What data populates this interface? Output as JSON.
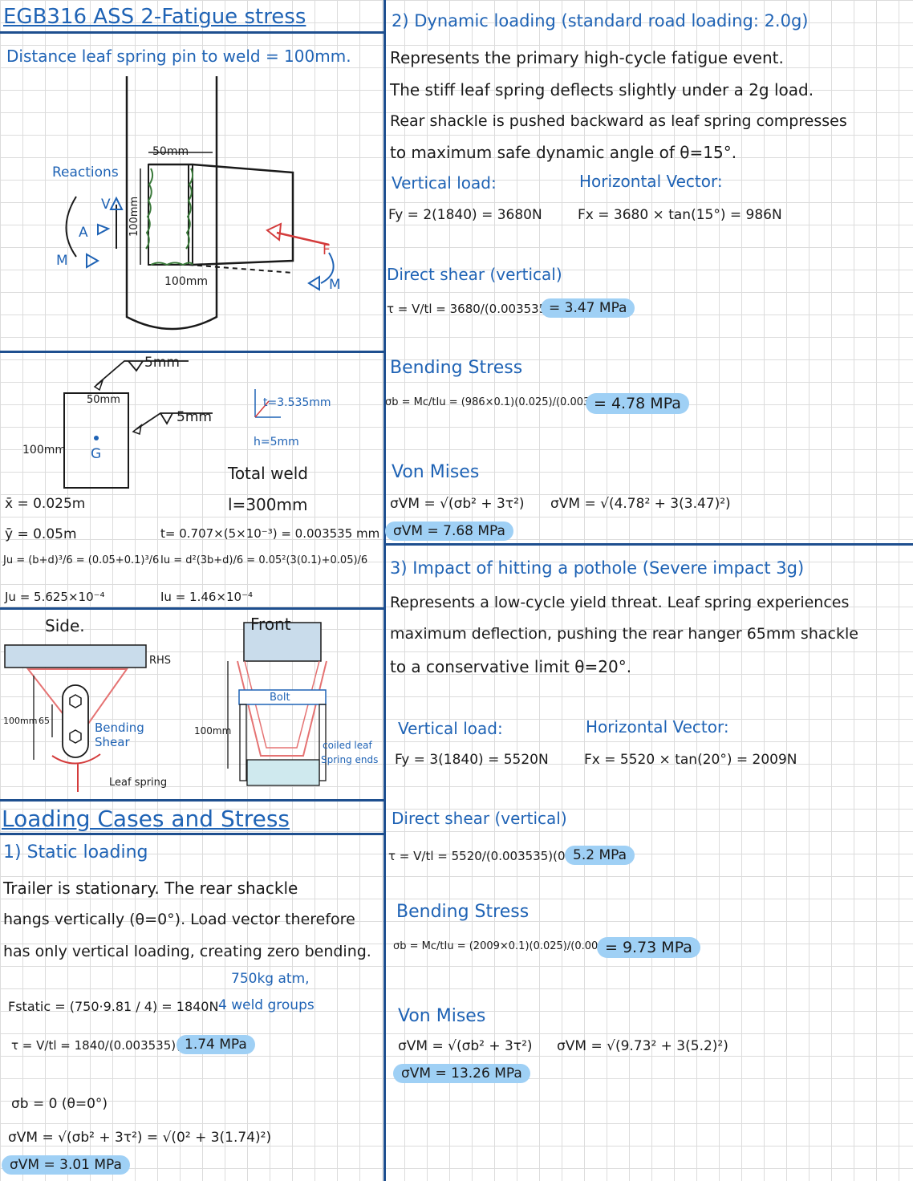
{
  "title": "EGB316 ASS 2-Fatigue stress",
  "distance": "Distance leaf spring pin to weld = 100mm.",
  "fig1": {
    "reactions": "Reactions",
    "v": "V",
    "a": "A",
    "m": "M",
    "f": "F",
    "m2": "M",
    "w": "50mm",
    "h": "100mm",
    "d": "100mm"
  },
  "weld": {
    "leg1": "5mm",
    "leg2": "5mm",
    "b": "50mm",
    "d": "100mm",
    "g": "G",
    "t_label": "t=3.535mm",
    "h_label": "h=5mm",
    "total": "Total weld",
    "l": "l=300mm",
    "xbar": "x̄ = 0.025m",
    "ybar": "ȳ = 0.05m",
    "t": "t= 0.707×(5×10⁻³) = 0.003535 mm",
    "ju": "Ju = (b+d)³/6 = (0.05+0.1)³/6",
    "iu": "Iu = d²(3b+d)/6 = 0.05²(3(0.1)+0.05)/6",
    "ju_val": "Ju = 5.625×10⁻⁴",
    "iu_val": "Iu = 1.46×10⁻⁴"
  },
  "side": {
    "title": "Side.",
    "rhs": "RHS",
    "d100": "100mm",
    "d65": "65",
    "bending": "Bending",
    "shear": "Shear",
    "leaf": "Leaf spring"
  },
  "front": {
    "title": "Front",
    "bolt": "Bolt",
    "d100": "100mm",
    "coiled": "coiled leaf",
    "ends": "Spring ends"
  },
  "loading": {
    "title": "Loading Cases and Stress",
    "s1": "1) Static loading",
    "p1": "Trailer is stationary. The rear shackle",
    "p2": "hangs vertically (θ=0°). Load vector therefore",
    "p3": "has only vertical loading, creating zero bending.",
    "note1": "750kg atm,",
    "note2": "4 weld groups",
    "fstatic": "Fstatic = (750·9.81 / 4) = 1840N",
    "tau": "τ = V/tl = 1840/(0.003535)(0.3) =",
    "tau_res": "1.74 MPa",
    "sb": "σb = 0 (θ=0°)",
    "svm": "σVM = √(σb² + 3τ²) = √(0² + 3(1.74)²)",
    "svm_res": "σVM = 3.01 MPa"
  },
  "dyn": {
    "title": "2) Dynamic loading (standard road loading: 2.0g)",
    "p1": "Represents the primary high-cycle fatigue event.",
    "p2": "The stiff leaf spring deflects slightly under a 2g load.",
    "p3": "Rear shackle is pushed backward as leaf spring compresses",
    "p4": "to maximum safe dynamic angle of θ=15°.",
    "vl": "Vertical load:",
    "hv": "Horizontal Vector:",
    "fy": "Fy = 2(1840) = 3680N",
    "fx": "Fx = 3680 × tan(15°) = 986N",
    "ds": "Direct shear (vertical)",
    "tau": "τ = V/tl = 3680/(0.003535)(0.3)",
    "tau_res": "= 3.47 MPa",
    "bs": "Bending Stress",
    "sb": "σb = Mc/tIu = (986×0.1)(0.025)/(0.003535)(1.46×10⁻⁴)",
    "sb_res": "= 4.78 MPa",
    "vm": "Von Mises",
    "svm1": "σVM = √(σb² + 3τ²)",
    "svm2": "σVM = √(4.78² + 3(3.47)²)",
    "svm_res": "σVM = 7.68 MPa"
  },
  "imp": {
    "title": "3) Impact of hitting a pothole (Severe impact 3g)",
    "p1": "Represents a low-cycle yield threat. Leaf spring experiences",
    "p2": "maximum deflection, pushing the rear hanger 65mm shackle",
    "p3": "to a conservative limit θ=20°.",
    "vl": "Vertical load:",
    "hv": "Horizontal Vector:",
    "fy": "Fy = 3(1840) = 5520N",
    "fx": "Fx = 5520 × tan(20°) = 2009N",
    "ds": "Direct shear (vertical)",
    "tau": "τ = V/tl = 5520/(0.003535)(0.3) =",
    "tau_res": "5.2 MPa",
    "bs": "Bending Stress",
    "sb": "σb = Mc/tIu = (2009×0.1)(0.025)/(0.003535)(1.46×10⁻⁴)",
    "sb_res": "= 9.73 MPa",
    "vm": "Von Mises",
    "svm1": "σVM = √(σb² + 3τ²)",
    "svm2": "σVM = √(9.73² + 3(5.2)²)",
    "svm_res": "σVM = 13.26 MPa"
  }
}
